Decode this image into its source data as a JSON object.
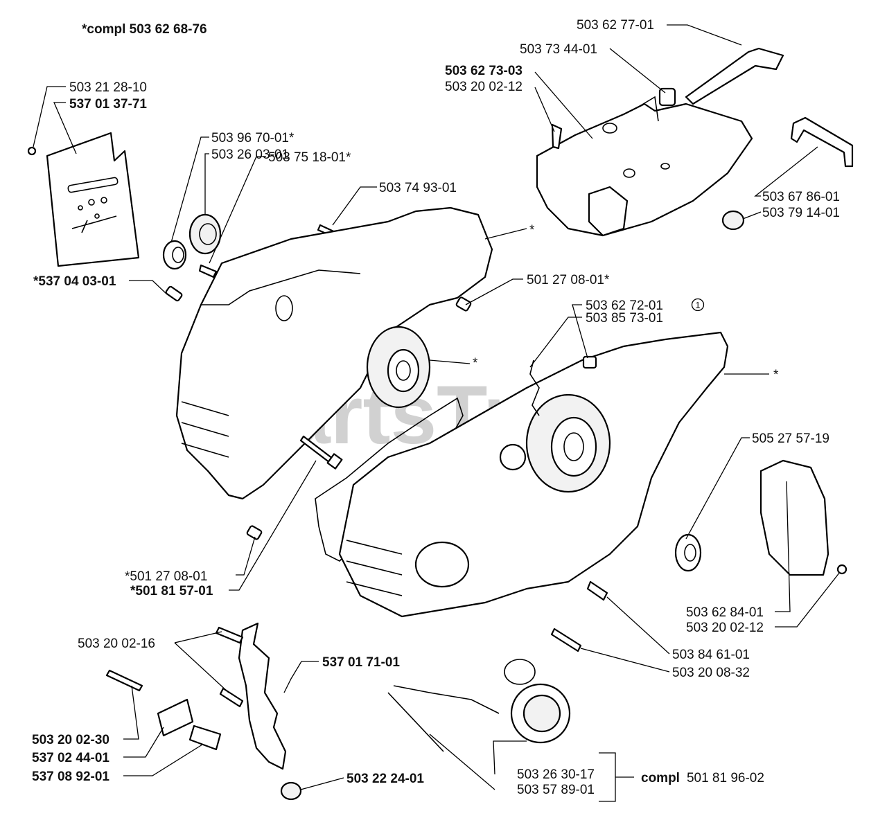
{
  "header": {
    "kit_label": "*compl 503 62 68-76"
  },
  "watermark": {
    "text": "PartsTree",
    "color": "#9a9a9a"
  },
  "colors": {
    "line": "#000000",
    "background": "#ffffff",
    "text": "#111111"
  },
  "labels": {
    "p1": "503 62 77-01",
    "p2": "503 73 44-01",
    "p3": "503 62 73-03",
    "p4": "503 20 02-12",
    "p5": "503 21 28-10",
    "p6": "537 01 37-71",
    "p7": "503 96 70-01*",
    "p8": "503 26 03-01",
    "p9": "503 75 18-01*",
    "p10": "503 74 93-01",
    "p11": "503 67 86-01",
    "p12": "503 79 14-01",
    "p13": "*537 04 03-01",
    "p14": "501 27 08-01*",
    "p15": "503 62 72-01",
    "p15_mark": "1",
    "p16": "503 85 73-01",
    "p17": "505 27 57-19",
    "p18": "*501 27 08-01",
    "p19": "*501 81 57-01",
    "p20": "503 62 84-01",
    "p21": "503 20 02-12",
    "p22": "503 20 02-16",
    "p23": "537 01 71-01",
    "p24": "503 84 61-01",
    "p25": "503 20 08-32",
    "p26": "503 20 02-30",
    "p27": "537 02 44-01",
    "p28": "537 08 92-01",
    "p29": "503 22 24-01",
    "p30": "503 26 30-17",
    "p31": "503 57 89-01",
    "star1": "*",
    "star2": "*",
    "star3": "*"
  },
  "compl_group": {
    "prefix": "compl",
    "number": "501 81 96-02"
  }
}
